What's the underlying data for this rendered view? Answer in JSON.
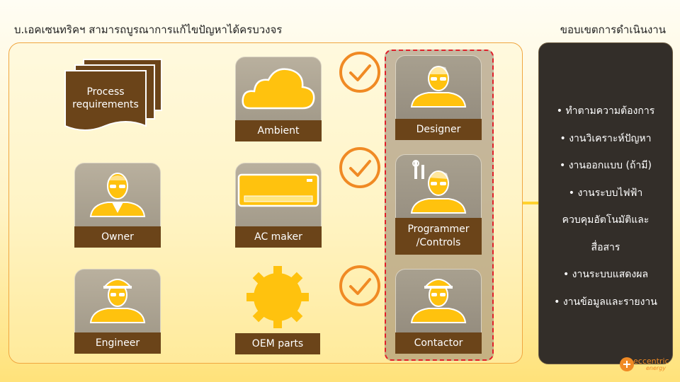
{
  "header": {
    "left_title": "บ.เอคเซนทริคฯ สามารถบูรณาการแก้ไขปัญหาได้ครบวงจร",
    "right_title": "ขอบเขตการดำเนินงาน"
  },
  "documents": {
    "label_line1": "Process",
    "label_line2": "requirements"
  },
  "cards": {
    "owner": "Owner",
    "engineer": "Engineer",
    "ambient": "Ambient",
    "ac_maker": "AC maker",
    "oem_parts": "OEM parts",
    "designer": "Designer",
    "programmer_line1": "Programmer",
    "programmer_line2": "/Controls",
    "contactor": "Contactor"
  },
  "scope": {
    "items": [
      "•  ทำตามความต้องการ",
      "•  งานวิเคราะห์ปัญหา",
      "•  งานออกแบบ (ถ้ามี)",
      "•  งานระบบไฟฟ้า",
      "ควบคุมอัตโนมัติและ",
      "สื่อสาร",
      "•  งานระบบแสดงผล",
      "•  งานข้อมูลและรายงาน"
    ]
  },
  "logo": {
    "text": "eccentric",
    "subtext": "energy"
  },
  "colors": {
    "accent": "#ffc20e",
    "brown": "#6b4419",
    "check": "#f08a24",
    "dash": "#e0202a",
    "panel_dark": "#332e29"
  }
}
